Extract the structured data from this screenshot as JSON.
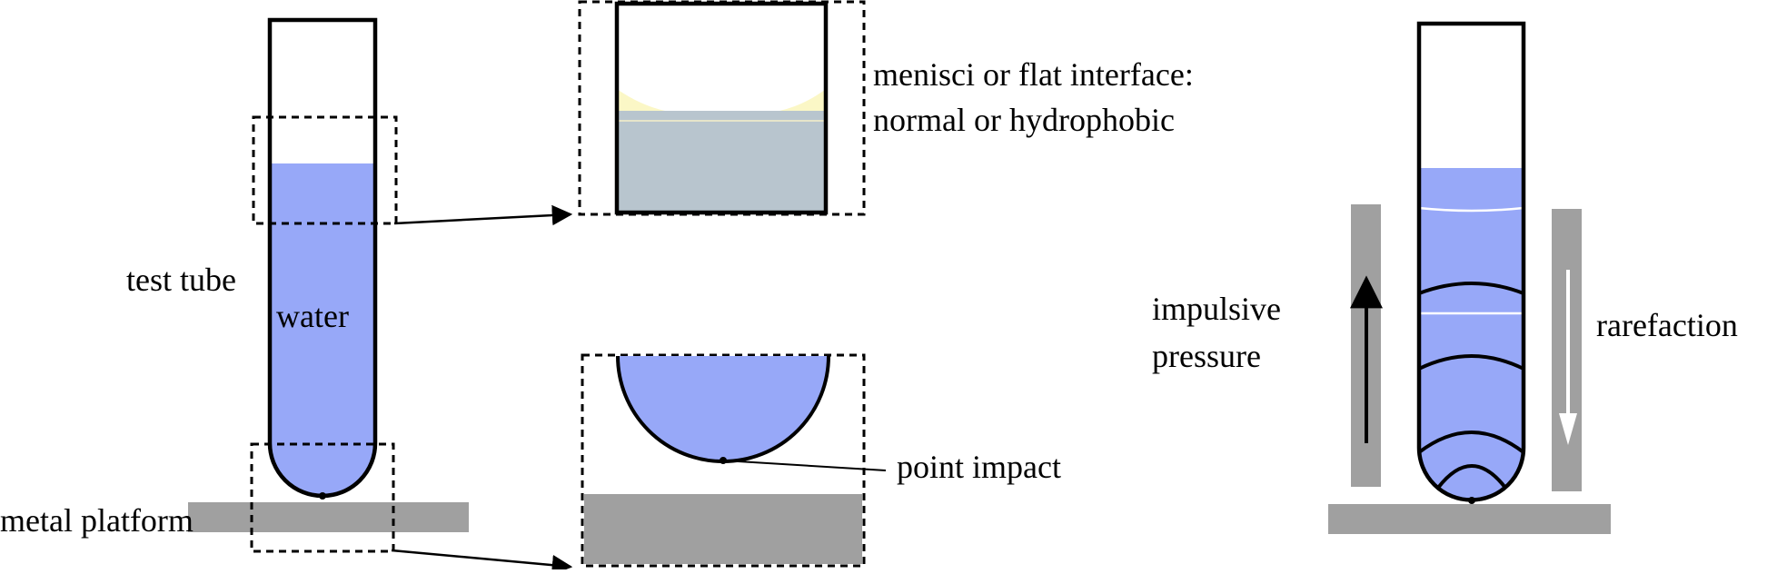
{
  "labels": {
    "test_tube": "test tube",
    "water": "water",
    "metal_platform": "metal platform",
    "menisci_line1": "menisci or flat interface:",
    "menisci_line2": "normal or hydrophobic",
    "point_impact": "point impact",
    "impulsive_line1": "impulsive",
    "impulsive_line2": "pressure",
    "rarefaction": "rarefaction"
  },
  "colors": {
    "water": "#97a8f8",
    "platform": "#a0a0a0",
    "meniscus_glow": "#fbf7c6",
    "interface_fill": "#b8c5ce",
    "outline": "#000000",
    "rarefaction_arrow": "#ffffff"
  }
}
